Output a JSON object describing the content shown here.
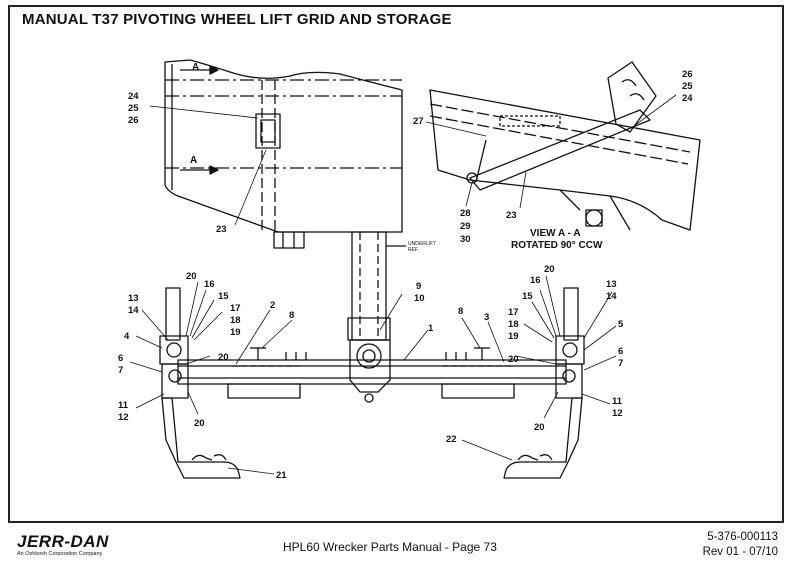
{
  "page": {
    "title": "MANUAL T37 PIVOTING WHEEL LIFT GRID AND STORAGE"
  },
  "drawing": {
    "section_label": "A",
    "small_note_line1": "UNDERLIFT",
    "small_note_line2": "REF",
    "view_line1": "VIEW  A - A",
    "view_line2": "ROTATED 90° CCW",
    "callouts": {
      "c24a": "24",
      "c25a": "25",
      "c26a": "26",
      "c23a": "23",
      "c27": "27",
      "c28": "28",
      "c29": "29",
      "c30": "30",
      "c23b": "23",
      "c26b": "26",
      "c25b": "25",
      "c24b": "24",
      "c9": "9",
      "c10": "10",
      "c1": "1",
      "c13a": "13",
      "c14a": "14",
      "c20a": "20",
      "c16a": "16",
      "c15a": "15",
      "c17a": "17",
      "c18a": "18",
      "c19a": "19",
      "c4": "4",
      "c6a": "6",
      "c7a": "7",
      "c2": "2",
      "c8a": "8",
      "c20b": "20",
      "c11a": "11",
      "c12a": "12",
      "c20c": "20",
      "c21": "21",
      "c8b": "8",
      "c3": "3",
      "c20d": "20",
      "c20e": "20",
      "c16b": "16",
      "c15b": "15",
      "c17b": "17",
      "c18b": "18",
      "c19b": "19",
      "c13b": "13",
      "c14b": "14",
      "c5": "5",
      "c6b": "6",
      "c7b": "7",
      "c11b": "11",
      "c12b": "12",
      "c20f": "20",
      "c22": "22"
    }
  },
  "footer": {
    "brand": "JERR-DAN",
    "brand_sub": "An Oshkosh Corporation Company",
    "manual": "HPL60 Wrecker Parts Manual  -  Page 73",
    "part_number": "5-376-000113",
    "revision": "Rev 01 - 07/10"
  }
}
